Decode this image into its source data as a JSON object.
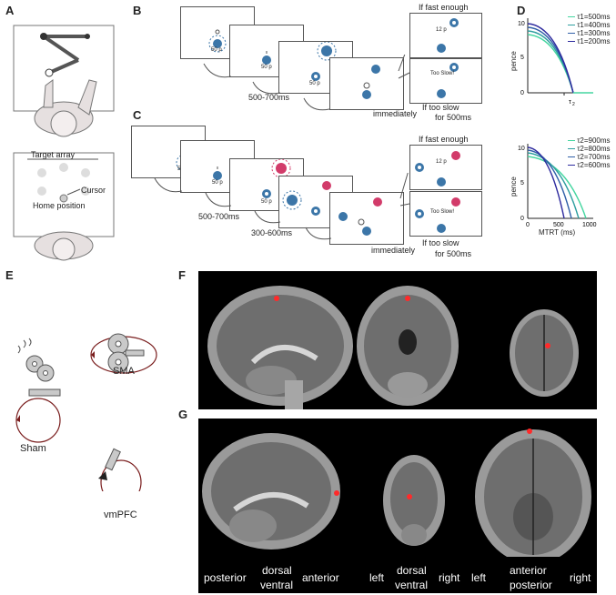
{
  "panels": {
    "A": "A",
    "B": "B",
    "C": "C",
    "D": "D",
    "E": "E",
    "F": "F",
    "G": "G"
  },
  "colors": {
    "dot": "#3c76a8",
    "target_red": "#d23b6a",
    "line_green": "#45d6a0",
    "line_blue": "#2d2a9e",
    "mri_bg": "#000000",
    "marker": "#ff2a2a"
  },
  "panelA": {
    "target_array": "Target array",
    "cursor": "Cursor",
    "home_position": "Home position"
  },
  "panelB": {
    "points_start": "50 p",
    "points_mid": "50 p",
    "points_late": "50 p",
    "delay": "500-700ms",
    "immediately": "immediately",
    "fast_title": "If fast enough",
    "fast_points": "12 p",
    "slow_text": "Too Slow!",
    "slow_title_1": "If too slow",
    "slow_title_2": "for 500ms"
  },
  "panelC": {
    "points_start": "50 p",
    "points_mid": "50 p",
    "points_late": "50 p",
    "delay1": "500-700ms",
    "delay2": "300-600ms",
    "immediately": "immediately",
    "fast_title": "If fast enough",
    "fast_points": "12 p",
    "slow_text": "Too Slow!",
    "slow_title_1": "If too slow",
    "slow_title_2": "for 500ms"
  },
  "panelD_top": {
    "ylabel": "pence",
    "xmark": "τ2",
    "yticks": [
      "10",
      "5",
      "0"
    ],
    "legend": [
      "τ1=500ms",
      "τ1=400ms",
      "τ1=300ms",
      "τ1=200ms"
    ]
  },
  "panelD_bottom": {
    "ylabel": "pence",
    "xlabel": "MTRT (ms)",
    "yticks": [
      "10",
      "5",
      "0"
    ],
    "xticks": [
      "0",
      "500",
      "1000"
    ],
    "legend": [
      "τ2=900ms",
      "τ2=800ms",
      "τ2=700ms",
      "τ2=600ms"
    ]
  },
  "panelE": {
    "sma": "SMA",
    "sham": "Sham",
    "vmpfc": "vmPFC"
  },
  "panelG_labels": {
    "posterior": "posterior",
    "dorsal1": "dorsal",
    "ventral1": "ventral",
    "anterior1": "anterior",
    "left1": "left",
    "dorsal2": "dorsal",
    "ventral2": "ventral",
    "right1": "right",
    "left2": "left",
    "anterior2": "anterior",
    "posterior2": "posterior",
    "right2": "right"
  }
}
